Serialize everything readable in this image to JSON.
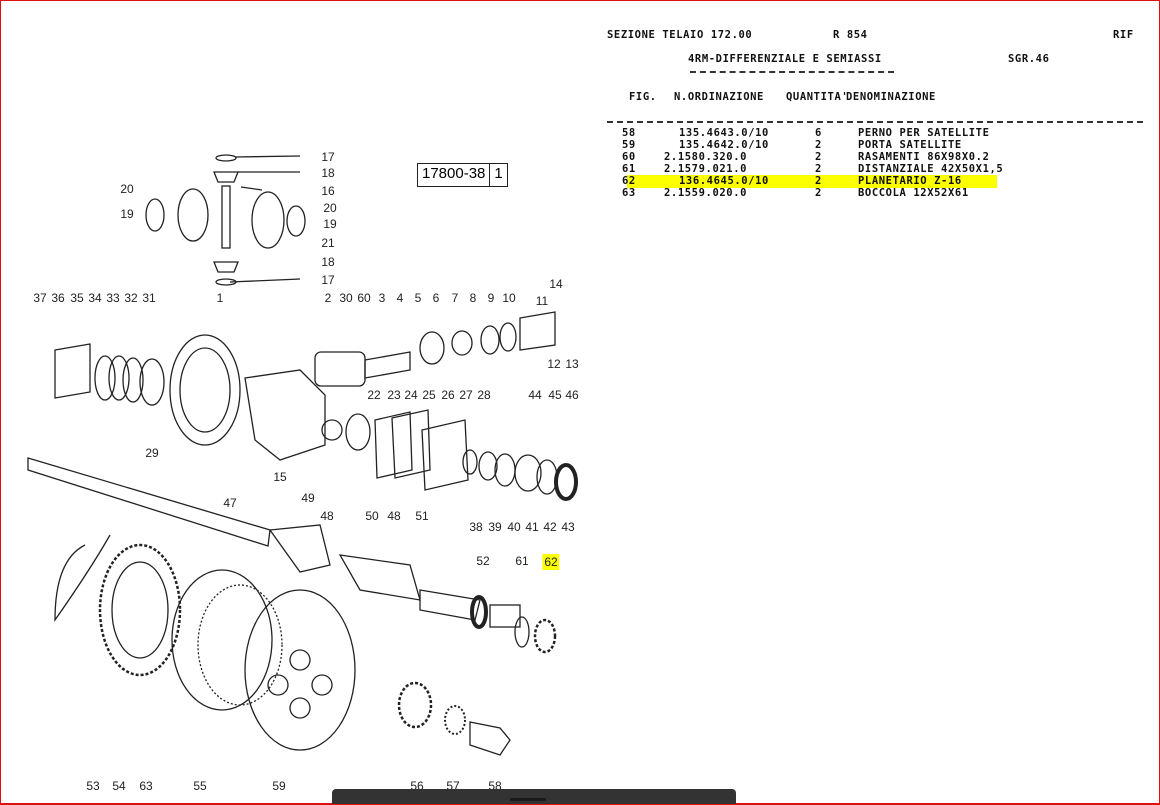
{
  "header": {
    "section": "SEZIONE TELAIO 172.00",
    "r_code": "R 854",
    "rif": "RIF",
    "title": "4RM-DIFFERENZIALE E SEMIASSI",
    "group": "SGR.46"
  },
  "table": {
    "columns": [
      "FIG.",
      "N.ORDINAZIONE",
      "QUANTITA'",
      "DENOMINAZIONE"
    ],
    "rows": [
      {
        "fig": "58",
        "code": "135.4643.0/10",
        "qty": "6",
        "desc": "PERNO PER SATELLITE"
      },
      {
        "fig": "59",
        "code": "135.4642.0/10",
        "qty": "2",
        "desc": "PORTA SATELLITE"
      },
      {
        "fig": "60",
        "code": "2.1580.320.0",
        "qty": "2",
        "desc": "RASAMENTI 86X98X0.2"
      },
      {
        "fig": "61",
        "code": "2.1579.021.0",
        "qty": "2",
        "desc": "DISTANZIALE 42X50X1,5"
      },
      {
        "fig": "62",
        "code": "136.4645.0/10",
        "qty": "2",
        "desc": "PLANETARIO Z-16",
        "highlighted": true
      },
      {
        "fig": "63",
        "code": "2.1559.020.0",
        "qty": "2",
        "desc": "BOCCOLA 12X52X61"
      }
    ]
  },
  "diagram": {
    "ref_code": "17800-38",
    "ref_page": "1",
    "highlight_color": "#fbff00",
    "callouts": [
      "17",
      "18",
      "16",
      "20",
      "20",
      "19",
      "19",
      "21",
      "18",
      "17",
      "37",
      "36",
      "35",
      "34",
      "33",
      "32",
      "31",
      "1",
      "2",
      "30",
      "60",
      "3",
      "4",
      "5",
      "6",
      "7",
      "8",
      "9",
      "10",
      "11",
      "14",
      "12",
      "13",
      "22",
      "23",
      "24",
      "25",
      "26",
      "27",
      "28",
      "44",
      "45",
      "46",
      "29",
      "15",
      "38",
      "39",
      "40",
      "41",
      "42",
      "43",
      "47",
      "49",
      "48",
      "50",
      "48",
      "51",
      "52",
      "61",
      "62",
      "53",
      "54",
      "63",
      "55",
      "59",
      "56",
      "57",
      "58"
    ]
  }
}
